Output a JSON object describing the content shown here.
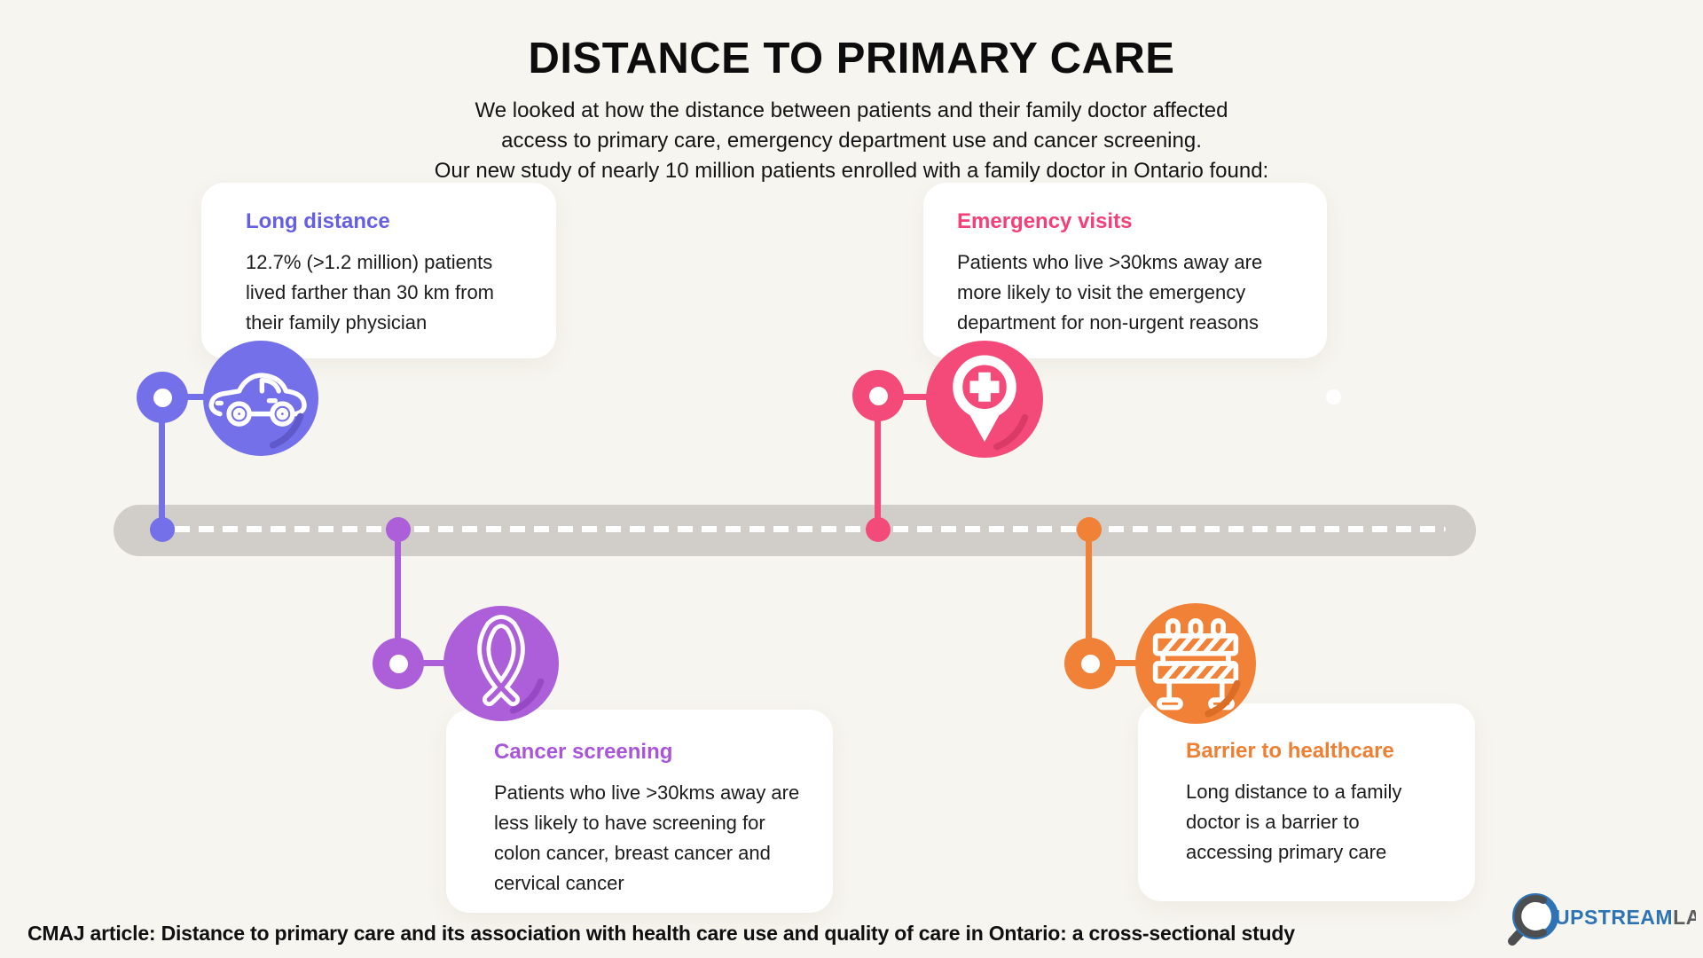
{
  "theme": {
    "bg": "#F7F5EF",
    "road": "#D1CDC8",
    "dash": "#FFFFFF",
    "card": "#FFFFFF",
    "ink": "#1C1C1C",
    "title_ink": "#0D0D0D",
    "logo_blue": "#2E74B5",
    "logo_gray": "#5B5C5E",
    "logo_dark": "#4D4E50"
  },
  "page": {
    "title": "DISTANCE TO PRIMARY CARE",
    "subtitle_lines": [
      "We looked at how the distance between patients and their family doctor affected",
      "access to primary care, emergency department use and cancer screening.",
      "Our new study of nearly 10 million patients enrolled with a family doctor in Ontario found:"
    ],
    "footer": "CMAJ article: Distance to primary care and its association with health care use and quality of care in Ontario: a cross-sectional study"
  },
  "cards": [
    {
      "id": "long-distance",
      "title": "Long distance",
      "body": "12.7% (>1.2 million) patients lived farther than 30 km from their family physician",
      "heading_color": "#655FE3",
      "accent": "#7470E9",
      "swoosh": "#6059CC",
      "icon": "car-icon"
    },
    {
      "id": "emergency-visits",
      "title": "Emergency visits",
      "body": "Patients who live >30kms away are more likely to visit the emergency department for non-urgent reasons",
      "heading_color": "#F43F77",
      "accent": "#F44A7A",
      "swoosh": "#D93A66",
      "icon": "medical-pin-icon"
    },
    {
      "id": "cancer-screening",
      "title": "Cancer screening",
      "body": "Patients who live >30kms away are less likely to have screening for colon cancer, breast cancer and cervical cancer",
      "heading_color": "#A855DB",
      "accent": "#AC5FD9",
      "swoosh": "#9549C4",
      "icon": "ribbon-icon"
    },
    {
      "id": "barrier-to-healthcare",
      "title": "Barrier to healthcare",
      "body": "Long distance to a family doctor is a barrier to accessing primary care",
      "heading_color": "#EF7F33",
      "accent": "#F08137",
      "swoosh": "#DB6E26",
      "icon": "barrier-icon"
    }
  ],
  "logo": {
    "brand_primary": "UPSTREAM",
    "brand_secondary": "LAB"
  }
}
